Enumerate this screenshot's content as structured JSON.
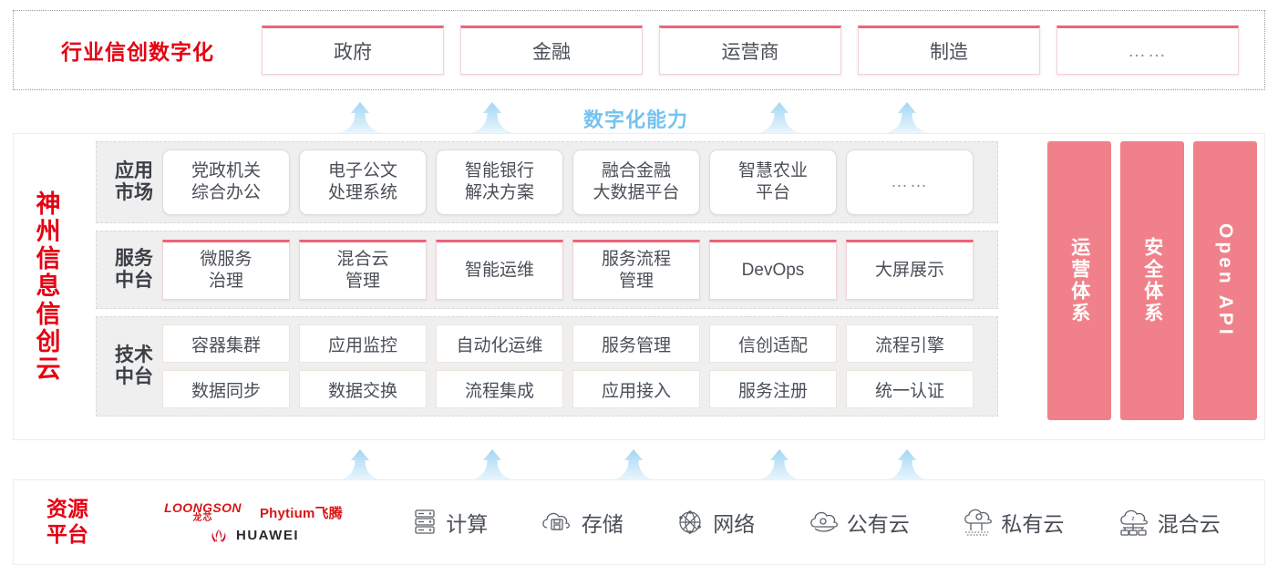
{
  "colors": {
    "brand_red": "#E60012",
    "pink_panel": "#F0818A",
    "card_top_border": "#EE6377",
    "arrow_blue": "#A8D8F5",
    "capability_text": "#74C3F0",
    "tier_bg": "#EFEFEF"
  },
  "industry": {
    "title": "行业信创数字化",
    "cards": [
      {
        "label": "政府"
      },
      {
        "label": "金融"
      },
      {
        "label": "运营商"
      },
      {
        "label": "制造"
      },
      {
        "label": "……"
      }
    ]
  },
  "capability": {
    "label": "数字化能力",
    "arrow_icon": "up-arrow-icon",
    "top_arrow_count": 4,
    "bottom_arrow_count": 5
  },
  "cloud": {
    "title": "神州信息信创云",
    "title_chars": [
      "神",
      "州",
      "信",
      "息",
      "信",
      "创",
      "云"
    ],
    "tiers": [
      {
        "key": "app-market",
        "label": "应用市场",
        "label_lines": [
          "应用",
          "市场"
        ],
        "cards": [
          {
            "label": "党政机关\n综合办公",
            "lines": [
              "党政机关",
              "综合办公"
            ]
          },
          {
            "label": "电子公文\n处理系统",
            "lines": [
              "电子公文",
              "处理系统"
            ]
          },
          {
            "label": "智能银行\n解决方案",
            "lines": [
              "智能银行",
              "解决方案"
            ]
          },
          {
            "label": "融合金融\n大数据平台",
            "lines": [
              "融合金融",
              "大数据平台"
            ]
          },
          {
            "label": "智慧农业\n平台",
            "lines": [
              "智慧农业",
              "平台"
            ]
          },
          {
            "label": "……",
            "lines": [
              "……"
            ]
          }
        ]
      },
      {
        "key": "service-platform",
        "label": "服务中台",
        "label_lines": [
          "服务",
          "中台"
        ],
        "cards": [
          {
            "label": "微服务\n治理",
            "lines": [
              "微服务",
              "治理"
            ]
          },
          {
            "label": "混合云\n管理",
            "lines": [
              "混合云",
              "管理"
            ]
          },
          {
            "label": "智能运维",
            "lines": [
              "智能运维"
            ]
          },
          {
            "label": "服务流程\n管理",
            "lines": [
              "服务流程",
              "管理"
            ]
          },
          {
            "label": "DevOps",
            "lines": [
              "DevOps"
            ]
          },
          {
            "label": "大屏展示",
            "lines": [
              "大屏展示"
            ]
          }
        ]
      },
      {
        "key": "tech-platform",
        "label": "技术中台",
        "label_lines": [
          "技术",
          "中台"
        ],
        "rows": [
          [
            "容器集群",
            "应用监控",
            "自动化运维",
            "服务管理",
            "信创适配",
            "流程引擎"
          ],
          [
            "数据同步",
            "数据交换",
            "流程集成",
            "应用接入",
            "服务注册",
            "统一认证"
          ]
        ]
      }
    ],
    "pillars": [
      {
        "label": "运营体系",
        "orientation": "vertical-cn"
      },
      {
        "label": "安全体系",
        "orientation": "vertical-cn"
      },
      {
        "label": "Open API",
        "orientation": "vertical-en"
      }
    ]
  },
  "resource": {
    "title": "资源平台",
    "title_lines": [
      "资源",
      "平台"
    ],
    "vendors": [
      {
        "name": "LOONGSON",
        "cn": "龙芯",
        "icon": "loongson-logo"
      },
      {
        "name": "Phytium飞腾",
        "icon": "phytium-logo"
      },
      {
        "name": "HUAWEI",
        "icon": "huawei-logo"
      }
    ],
    "items": [
      {
        "label": "计算",
        "icon": "server-icon"
      },
      {
        "label": "存储",
        "icon": "cloud-storage-icon"
      },
      {
        "label": "网络",
        "icon": "network-mesh-icon"
      },
      {
        "label": "公有云",
        "icon": "public-cloud-icon"
      },
      {
        "label": "私有云",
        "icon": "private-cloud-icon"
      },
      {
        "label": "混合云",
        "icon": "hybrid-cloud-icon"
      }
    ]
  }
}
